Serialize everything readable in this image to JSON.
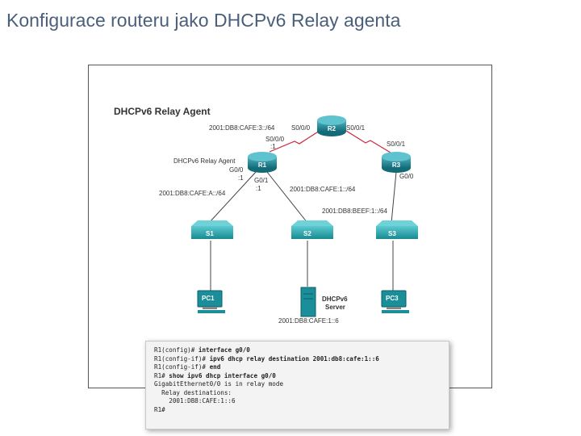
{
  "title": "Konfigurace routeru jako DHCPv6 Relay agenta",
  "diagram": {
    "heading": "DHCPv6 Relay Agent",
    "devices": {
      "r1": "R1",
      "r2": "R2",
      "r3": "R3",
      "s1": "S1",
      "s2": "S2",
      "s3": "S3",
      "pc1": "PC1",
      "pc3": "PC3",
      "server_line1": "DHCPv6",
      "server_line2": "Server"
    },
    "labels": {
      "net_r1_r2": "2001:DB8:CAFE:3::/64",
      "r2_s000": "S0/0/0",
      "r2_s001": "S0/0/1",
      "r1_s000": "S0/0/0",
      "r1_s000_host": ":1",
      "r3_s001": "S0/0/1",
      "relay_agent": "DHCPv6 Relay Agent",
      "r1_g00": "G0/0",
      "r1_g00_host": ":1",
      "r1_g01": "G0/1",
      "r1_g01_host": ":1",
      "r3_g00": "G0/0",
      "net_left": "2001:DB8:CAFE:A::/64",
      "net_r1_s2": "2001:DB8:CAFE:1::/64",
      "net_r3": "2001:DB8:BEEF:1::/64",
      "server_addr": "2001:DB8:CAFE:1::6"
    }
  },
  "cli": {
    "lines": [
      {
        "prompt": "R1(config)# ",
        "cmd": "interface g0/0"
      },
      {
        "prompt": "R1(config-if)# ",
        "cmd": "ipv6 dhcp relay destination 2001:db8:cafe:1::6"
      },
      {
        "prompt": "R1(config-if)# ",
        "cmd": "end"
      },
      {
        "prompt": "R1# ",
        "cmd": "show ipv6 dhcp interface g0/0"
      },
      {
        "prompt": "GigabitEthernet0/0 is in relay mode",
        "cmd": ""
      },
      {
        "prompt": "  Relay destinations:",
        "cmd": ""
      },
      {
        "prompt": "    2001:DB8:CAFE:1::6",
        "cmd": ""
      },
      {
        "prompt": "R1#",
        "cmd": ""
      }
    ]
  },
  "colors": {
    "router": "#1f7f8f",
    "switch": "#27a0a6",
    "serial_link": "#d0203a",
    "ethernet_link": "#444444"
  }
}
